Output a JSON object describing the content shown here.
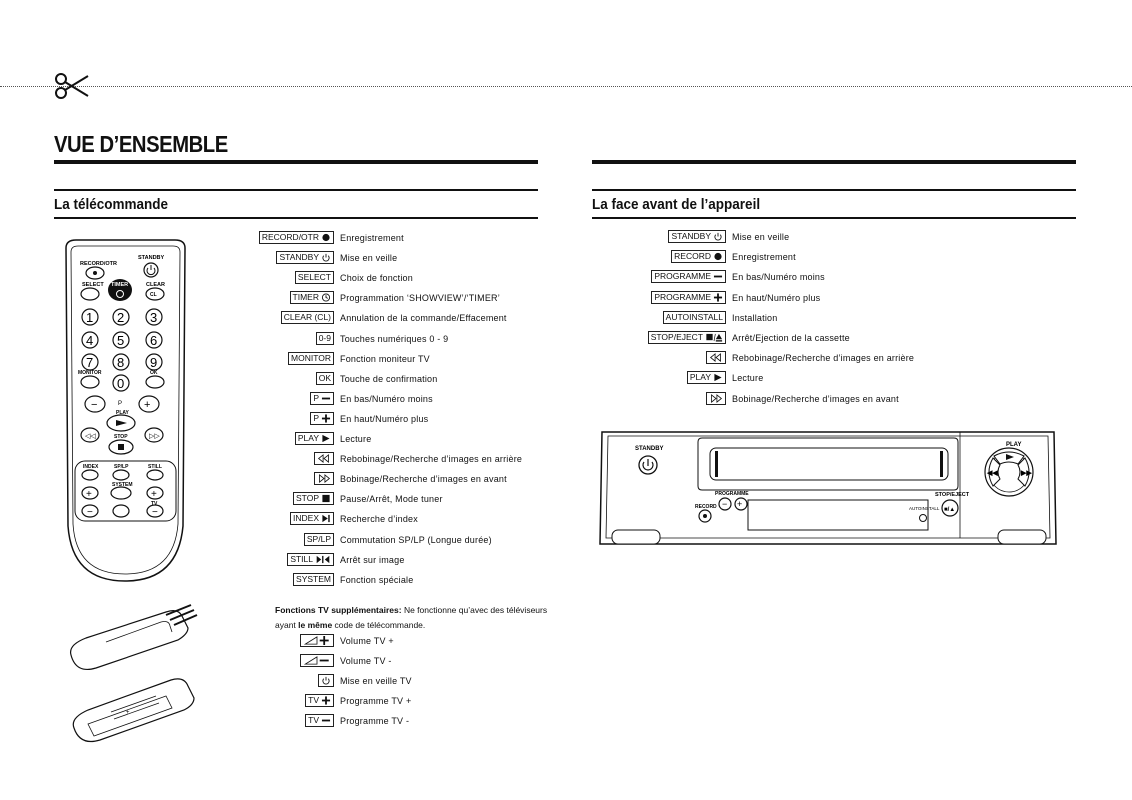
{
  "page": {
    "title": "VUE D’ENSEMBLE",
    "left_section_title": "La télécommande",
    "right_section_title": "La face avant de l’appareil"
  },
  "remote_entries": [
    {
      "key": "RECORD/OTR",
      "icon": "record-dot-icon",
      "desc": "Enregistrement"
    },
    {
      "key": "STANDBY",
      "icon": "power-icon",
      "desc": "Mise en veille"
    },
    {
      "key": "SELECT",
      "icon": "",
      "desc": "Choix de fonction"
    },
    {
      "key": "TIMER",
      "icon": "timer-clock-icon",
      "desc": "Programmation ‘SHOWVIEW’/‘TIMER’"
    },
    {
      "key": "CLEAR (CL)",
      "icon": "",
      "desc": "Annulation de la commande/Effacement"
    },
    {
      "key": "0-9",
      "icon": "",
      "desc": "Touches numériques 0 - 9"
    },
    {
      "key": "MONITOR",
      "icon": "",
      "desc": "Fonction moniteur TV"
    },
    {
      "key": "OK",
      "icon": "",
      "desc": "Touche de confirmation"
    },
    {
      "key": "P",
      "icon": "minus-icon",
      "desc": "En bas/Numéro moins"
    },
    {
      "key": "P",
      "icon": "plus-icon",
      "desc": "En haut/Numéro plus"
    },
    {
      "key": "PLAY",
      "icon": "play-icon",
      "desc": "Lecture"
    },
    {
      "key": "",
      "icon": "rewind-icon",
      "desc": "Rebobinage/Recherche d’images en arrière"
    },
    {
      "key": "",
      "icon": "fast-forward-icon",
      "desc": "Bobinage/Recherche d’images en avant"
    },
    {
      "key": "STOP",
      "icon": "stop-square-icon",
      "desc": "Pause/Arrêt, Mode tuner"
    },
    {
      "key": "INDEX",
      "icon": "index-skip-icon",
      "desc": "Recherche d’index"
    },
    {
      "key": "SP/LP",
      "icon": "",
      "desc": "Commutation SP/LP (Longue durée)"
    },
    {
      "key": "STILL",
      "icon": "still-icon",
      "desc": "Arrêt sur image"
    },
    {
      "key": "SYSTEM",
      "icon": "",
      "desc": "Fonction spéciale"
    }
  ],
  "tv_note": {
    "bold_prefix": "Fonctions TV supplémentaires:",
    "text_a": " Ne fonctionne qu’avec des téléviseurs ayant ",
    "bold_mid": "le même",
    "text_b": " code de télécommande."
  },
  "tv_entries": [
    {
      "key": "",
      "icon": "volume-plus-icon",
      "desc": "Volume TV +"
    },
    {
      "key": "",
      "icon": "volume-minus-icon",
      "desc": "Volume TV -"
    },
    {
      "key": "",
      "icon": "power-icon",
      "desc": "Mise en veille TV"
    },
    {
      "key": "TV",
      "icon": "plus-icon",
      "desc": "Programme TV +"
    },
    {
      "key": "TV",
      "icon": "minus-icon",
      "desc": "Programme TV -"
    }
  ],
  "front_entries": [
    {
      "key": "STANDBY",
      "icon": "power-icon",
      "desc": "Mise en veille"
    },
    {
      "key": "RECORD",
      "icon": "record-dot-icon",
      "desc": "Enregistrement"
    },
    {
      "key": "PROGRAMME",
      "icon": "minus-icon",
      "desc": "En bas/Numéro moins"
    },
    {
      "key": "PROGRAMME",
      "icon": "plus-icon",
      "desc": "En haut/Numéro plus"
    },
    {
      "key": "AUTOINSTALL",
      "icon": "",
      "desc": "Installation"
    },
    {
      "key": "STOP/EJECT",
      "icon": "stop-eject-icon",
      "desc": "Arrêt/Ejection de la cassette"
    },
    {
      "key": "",
      "icon": "rewind-icon",
      "desc": "Rebobinage/Recherche d’images en arrière"
    },
    {
      "key": "PLAY",
      "icon": "play-icon",
      "desc": "Lecture"
    },
    {
      "key": "",
      "icon": "fast-forward-icon",
      "desc": "Bobinage/Recherche d’images en avant"
    }
  ],
  "remote_labels": {
    "record_otr": "RECORD/OTR",
    "standby": "STANDBY",
    "select": "SELECT",
    "timer": "TIMER",
    "clear": "CLEAR",
    "cl": "CL",
    "digits": [
      "1",
      "2",
      "3",
      "4",
      "5",
      "6",
      "7",
      "8",
      "9",
      "0"
    ],
    "monitor": "MONITOR",
    "ok": "OK",
    "p": "P",
    "play": "PLAY",
    "stop": "STOP",
    "index": "INDEX",
    "splp": "SP/LP",
    "still": "STILL",
    "system": "SYSTEM",
    "tv": "TV"
  },
  "vcr_labels": {
    "standby": "STANDBY",
    "play": "PLAY",
    "programme": "PROGRAMME",
    "record": "RECORD",
    "stop_eject": "STOP/EJECT",
    "autoinstall": "AUTOINSTALL"
  }
}
